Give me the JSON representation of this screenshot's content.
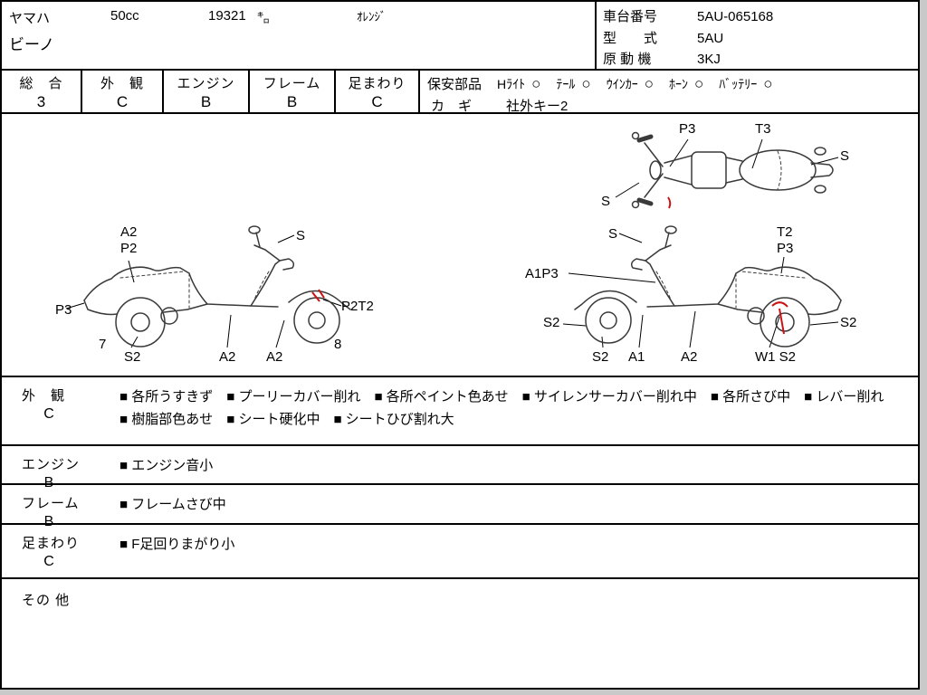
{
  "header": {
    "maker": "ヤマハ",
    "displacement": "50cc",
    "mileage": "19321",
    "mileage_unit": "㌔",
    "color": "ｵﾚﾝｼﾞ",
    "model_name": "ビーノ",
    "chassis": {
      "label": "車台番号",
      "value": "5AU-065168"
    },
    "model_code": {
      "label": "型　　式",
      "value": "5AU"
    },
    "engine_code": {
      "label": "原 動 機",
      "value": "3KJ"
    }
  },
  "grades": {
    "overall": {
      "label": "総　合",
      "value": "3"
    },
    "exterior": {
      "label": "外　観",
      "value": "C"
    },
    "engine": {
      "label": "エンジン",
      "value": "B"
    },
    "frame": {
      "label": "フレーム",
      "value": "B"
    },
    "undercarriage": {
      "label": "足まわり",
      "value": "C"
    },
    "safety": {
      "label": "保安部品",
      "items": [
        {
          "name": "Hﾗｲﾄ",
          "mark": "○"
        },
        {
          "name": "ﾃｰﾙ",
          "mark": "○"
        },
        {
          "name": "ｳｲﾝｶｰ",
          "mark": "○"
        },
        {
          "name": "ﾎｰﾝ",
          "mark": "○"
        },
        {
          "name": "ﾊﾞｯﾃﾘｰ",
          "mark": "○"
        }
      ]
    },
    "key": {
      "label": "カ　ギ",
      "value": "社外キー2"
    }
  },
  "diagram": {
    "top_view": {
      "labels": [
        "P3",
        "T3",
        "S",
        "S"
      ]
    },
    "left_view": {
      "labels": [
        "A2",
        "P2",
        "S",
        "P3",
        "7",
        "S2",
        "A2",
        "A2",
        "P2T2",
        "8"
      ]
    },
    "right_view": {
      "labels": [
        "S",
        "A1P3",
        "T2",
        "P3",
        "S2",
        "S2",
        "S2",
        "A1",
        "A2",
        "W1 S2"
      ]
    }
  },
  "notes": {
    "rows": [
      {
        "label": "外　観",
        "grade": "C",
        "text": "■ 各所うすきず　■ プーリーカバー削れ　■ 各所ペイント色あせ　■ サイレンサーカバー削れ中　■ 各所さび中　■ レバー削れ　■ 樹脂部色あせ　■ シート硬化中　■ シートひび割れ大"
      },
      {
        "label": "エンジン",
        "grade": "B",
        "text": "■ エンジン音小"
      },
      {
        "label": "フレーム",
        "grade": "B",
        "text": "■ フレームさび中"
      },
      {
        "label": "足まわり",
        "grade": "C",
        "text": "■ F足回りまがり小"
      },
      {
        "label": "その 他",
        "grade": "",
        "text": ""
      }
    ]
  }
}
